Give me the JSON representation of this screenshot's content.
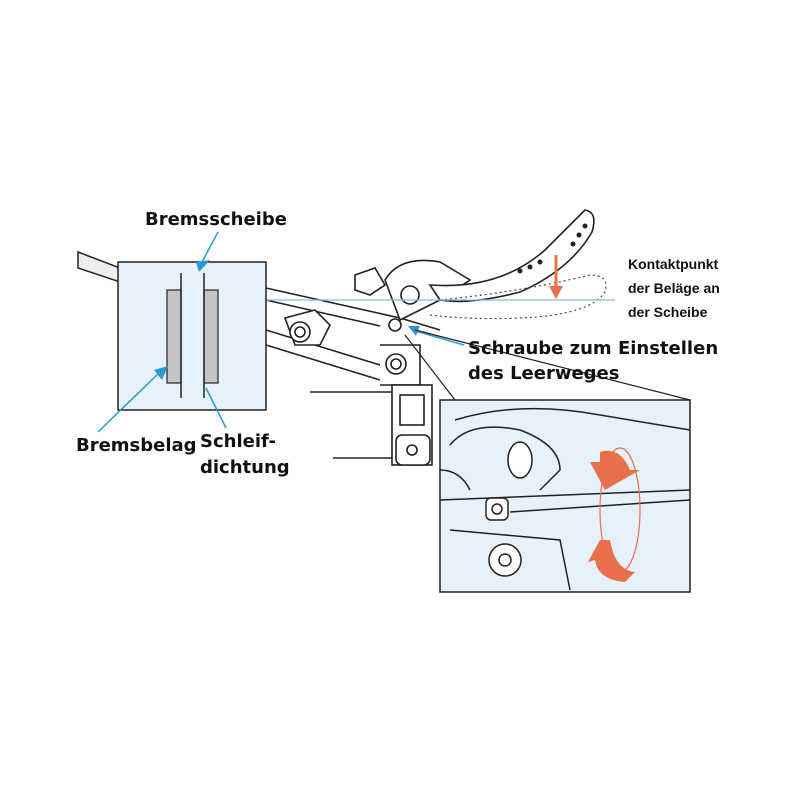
{
  "labels": {
    "brake_disc": "Bremsscheibe",
    "brake_pad": "Bremsbelag",
    "seal_line1": "Schleif-",
    "seal_line2": "dichtung",
    "screw_line1": "Schraube zum Einstellen",
    "screw_line2": "des Leerweges",
    "contact_line1": "Kontaktpunkt",
    "contact_line2": "der Beläge an",
    "contact_line3": "der Scheibe"
  },
  "colors": {
    "inset_fill": "#e6f1fb",
    "pointer_blue": "#2a9ad6",
    "arrow_orange": "#e8704a",
    "pad_gray": "#c4c4c4"
  }
}
